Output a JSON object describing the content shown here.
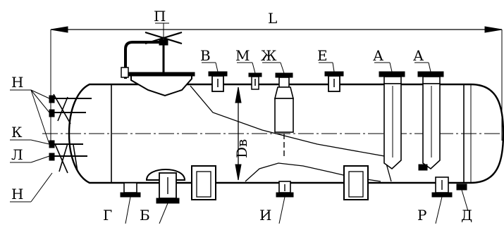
{
  "dimensions": {
    "length": "L",
    "inner_diameter": "Dв"
  },
  "labels": {
    "P": "П",
    "V": "В",
    "M": "М",
    "Zh": "Ж",
    "E": "Е",
    "A1": "А",
    "A2": "А",
    "N_top": "Н",
    "K": "К",
    "L": "Л",
    "N_bottom": "Н",
    "G": "Г",
    "B": "Б",
    "I": "И",
    "R": "Р",
    "D": "Д"
  }
}
